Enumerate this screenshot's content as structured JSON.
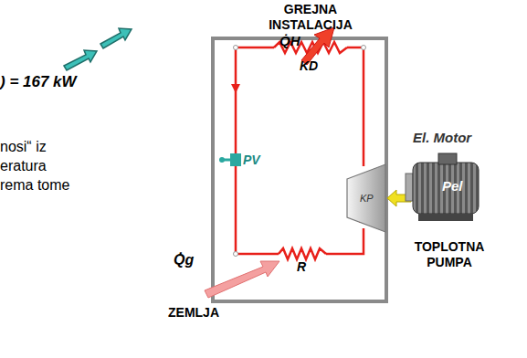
{
  "diagram": {
    "nodes": [
      {
        "text": [
          "KP"
        ]
      },
      {
        "text": [
          "El. Motor"
        ]
      }
    ],
    "edges": [
      {
        "from": 1,
        "to": 0,
        "arrow": "to",
        "label": "Pel"
      }
    ],
    "labels": [
      ") = 167 kW",
      "nosi“ iz",
      "eratura",
      "rema tome",
      "GREJNA INSTALACIJA",
      "Q̇H",
      "KD",
      "PV",
      "R",
      "Q̇g",
      "ZEMLJA",
      "TOPLOTNA PUMPA"
    ]
  }
}
